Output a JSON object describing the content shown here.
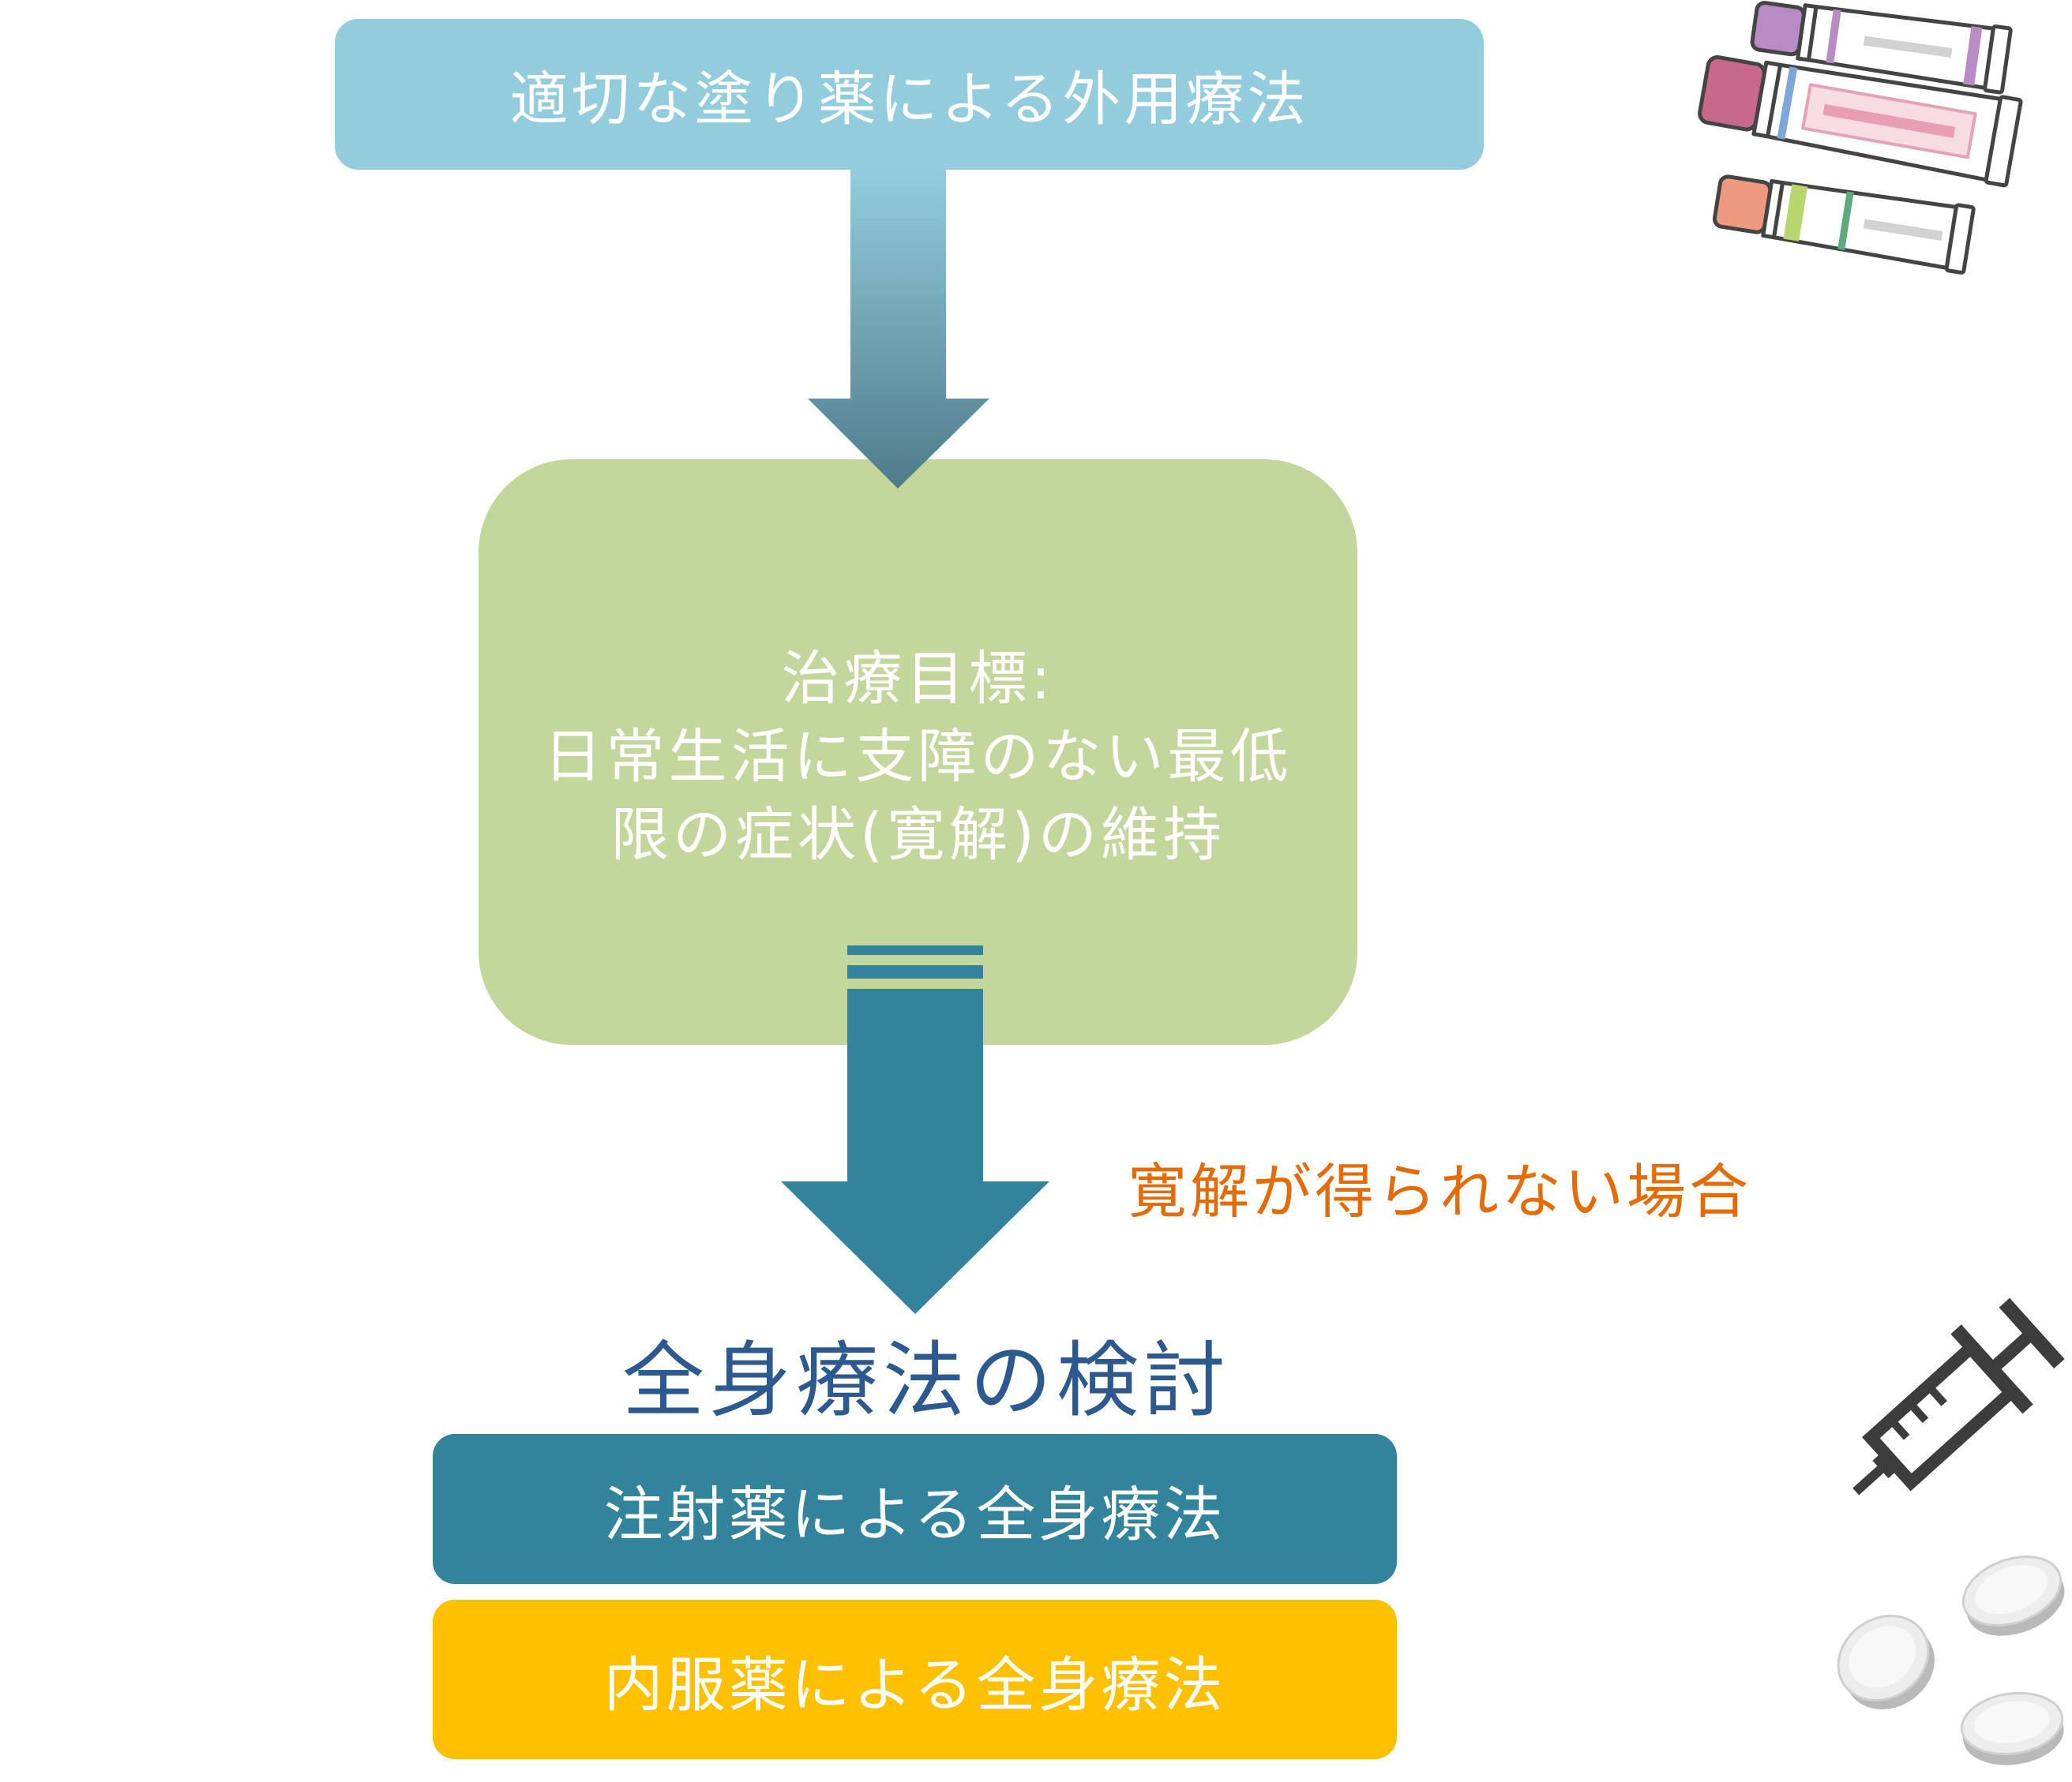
{
  "diagram": {
    "topical_therapy": "適切な塗り薬による外用療法",
    "goal": {
      "lines": [
        "治療目標:",
        "日常生活に支障のない最低",
        "限の症状(寛解)の維持"
      ]
    },
    "condition": "寛解が得られない場合",
    "systemic_title": "全身療法の検討",
    "systemic_options": [
      "注射薬による全身療法",
      "内服薬による全身療法"
    ]
  },
  "icons": {
    "ointment": "ointment-tubes-icon",
    "syringe": "syringe-icon",
    "pills": "pills-icon"
  },
  "colors": {
    "topical_box": "#93CDDD",
    "goal_box": "#C3D69B",
    "arrow1_start": "#93CDDD",
    "arrow1_end": "#4E7B8A",
    "systemic_arrow": "#31849B",
    "condition_text": "#E36C09",
    "title_text": "#2D5A8E",
    "injection_box": "#31849B",
    "oral_box": "#FFC000",
    "box_text": "#FFFFFF"
  }
}
